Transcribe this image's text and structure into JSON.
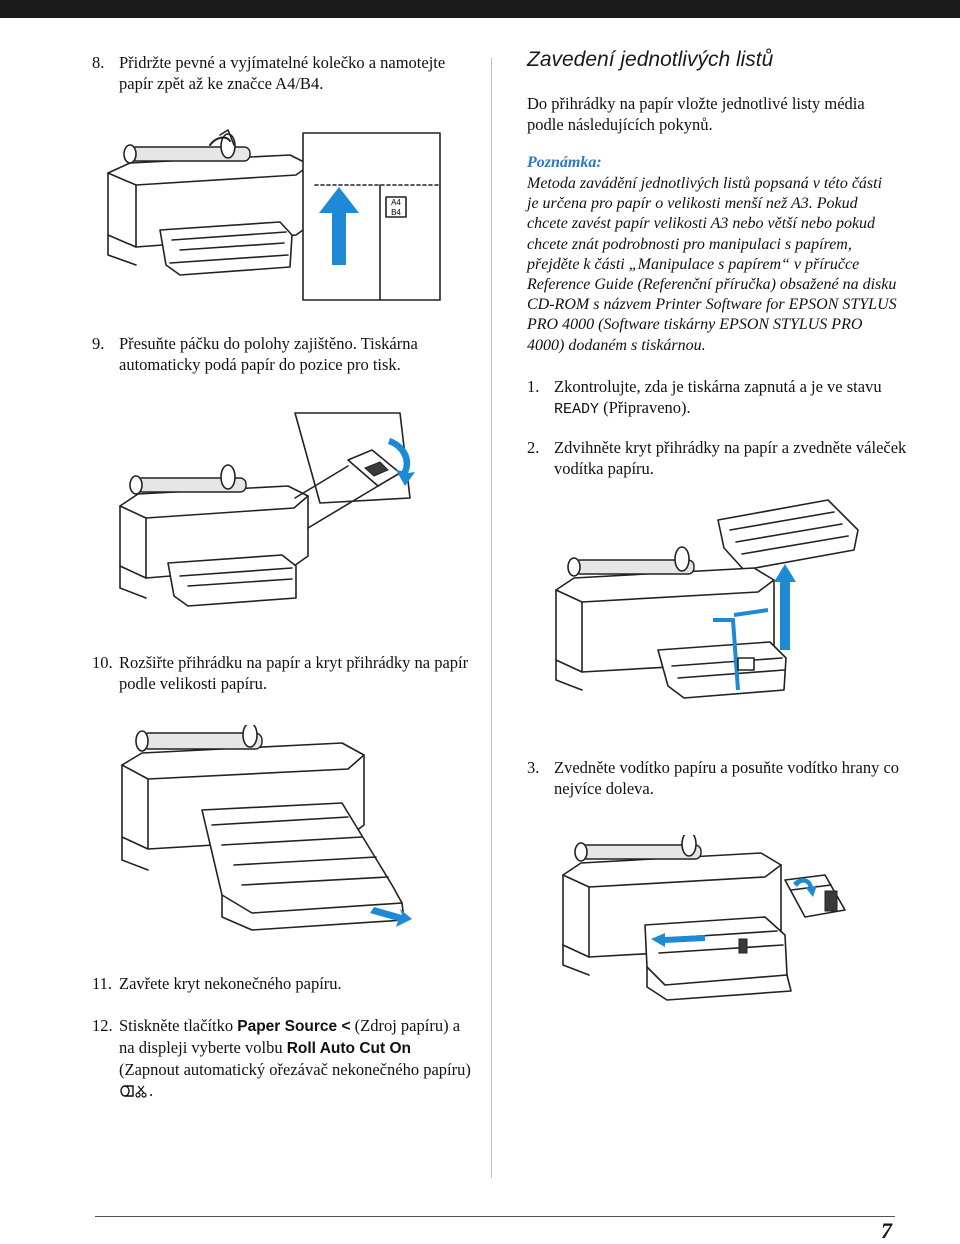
{
  "page": {
    "number": "7"
  },
  "left": {
    "step8": {
      "num": "8.",
      "text": "Přidržte pevné a vyjímatelné kolečko a namotejte papír zpět až ke značce A4/B4."
    },
    "step8_label": {
      "a4": "A4",
      "b4": "B4"
    },
    "step9": {
      "num": "9.",
      "text": "Přesuňte páčku do polohy zajištěno. Tiskárna automaticky podá papír do pozice pro tisk."
    },
    "step10": {
      "num": "10.",
      "text": "Rozšiřte přihrádku na papír a kryt přihrádky na papír podle velikosti papíru."
    },
    "step11": {
      "num": "11.",
      "text": "Zavřete kryt nekonečného papíru."
    },
    "step12": {
      "num": "12.",
      "p1": "Stiskněte tlačítko ",
      "button": "Paper Source <",
      "p2": " (Zdroj papíru) a na displeji vyberte volbu ",
      "option": "Roll Auto Cut On",
      "p3": " (Zapnout automatický ořezávač nekonečného papíru) ",
      "p4": "."
    }
  },
  "right": {
    "heading": "Zavedení jednotlivých listů",
    "intro": "Do přihrádky na papír vložte jednotlivé listy média podle následujících pokynů.",
    "note_title": "Poznámka:",
    "note_body": "Metoda zavádění jednotlivých listů popsaná v této části je určena pro papír o velikosti menší než A3. Pokud chcete zavést papír velikosti A3 nebo větší nebo pokud chcete znát podrobnosti pro manipulaci s papírem, přejděte k části „Manipulace s papírem“ v příručce Reference Guide (Referenční příručka) obsažené na disku CD-ROM s názvem Printer Software for EPSON STYLUS PRO 4000 (Software tiskárny EPSON STYLUS PRO 4000) dodaném s tiskárnou.",
    "step1": {
      "num": "1.",
      "p1": "Zkontrolujte, zda je tiskárna zapnutá a je ve stavu ",
      "code": "READY",
      "p2": " (Připraveno)."
    },
    "step2": {
      "num": "2.",
      "text": "Zdvihněte kryt přihrádky na papír a zvedněte váleček vodítka papíru."
    },
    "step3": {
      "num": "3.",
      "text": "Zvedněte vodítko papíru a posuňte vodítko hrany co nejvíce doleva."
    }
  },
  "colors": {
    "accent_blue": "#1e8ad6",
    "note_blue": "#2d78c4",
    "top_bar": "#1a1a1a"
  },
  "icons": [
    "roll-auto-cut-icon",
    "arrow-up-icon",
    "rotate-arrow-icon",
    "arrow-right-icon"
  ]
}
